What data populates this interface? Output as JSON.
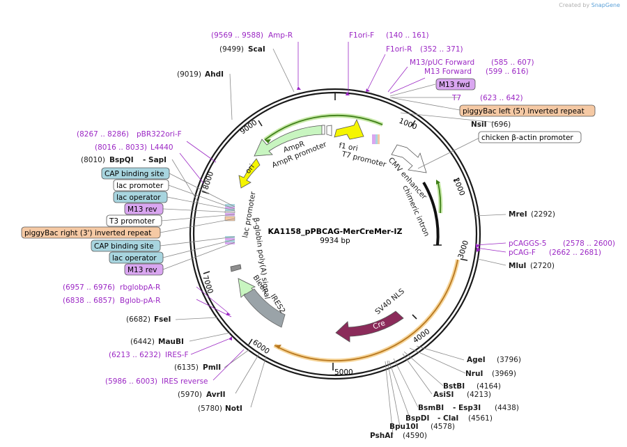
{
  "credit": {
    "prefix": "Created by",
    "brand": "SnapGene"
  },
  "plasmid": {
    "name": "KA1158_pPBCAG-MerCreMer-IZ",
    "size_label": "9934 bp"
  },
  "ticks": [
    {
      "label": "1000"
    },
    {
      "label": "2000"
    },
    {
      "label": "3000"
    },
    {
      "label": "4000"
    },
    {
      "label": "5000"
    },
    {
      "label": "6000"
    },
    {
      "label": "7000"
    },
    {
      "label": "8000"
    },
    {
      "label": "9000"
    }
  ],
  "sites": [
    {
      "name": "NsiI",
      "pos": "(696)"
    },
    {
      "name": "MreI",
      "pos": "(2292)"
    },
    {
      "name": "MluI",
      "pos": "(2720)"
    },
    {
      "name": "AgeI",
      "pos": "(3796)"
    },
    {
      "name": "NruI",
      "pos": "(3969)"
    },
    {
      "name": "BstBI",
      "pos": "(4164)"
    },
    {
      "name": "AsiSI",
      "pos": "(4213)"
    },
    {
      "name": "BsmBI",
      "extra": "- Esp3I",
      "pos": "(4438)"
    },
    {
      "name": "BspDI",
      "extra": "- ClaI",
      "pos": "(4561)"
    },
    {
      "name": "Bpu10I",
      "pos": "(4578)"
    },
    {
      "name": "PshAI",
      "pos": "(4590)"
    },
    {
      "name": "NotI",
      "pos": "(5780)"
    },
    {
      "name": "AvrII",
      "pos": "(5970)"
    },
    {
      "name": "PmlI",
      "pos": "(6135)"
    },
    {
      "name": "MauBI",
      "pos": "(6442)"
    },
    {
      "name": "FseI",
      "pos": "(6682)"
    },
    {
      "name": "BspQI",
      "extra": "- SapI",
      "pos": "(8010)"
    },
    {
      "name": "AhdI",
      "pos": "(9019)"
    },
    {
      "name": "ScaI",
      "pos": "(9499)"
    }
  ],
  "primers": [
    {
      "range": "(9569 .. 9588)",
      "name": "Amp-R"
    },
    {
      "name": "F1ori-F",
      "range": "(140 .. 161)"
    },
    {
      "name": "F1ori-R",
      "range": "(352 .. 371)"
    },
    {
      "name": "M13/pUC Forward",
      "range": "(585 .. 607)"
    },
    {
      "name": "M13 Forward",
      "range": "(599 .. 616)"
    },
    {
      "name": "T7",
      "range": "(623 .. 642)"
    },
    {
      "name": "pCAGGS-5",
      "range": "(2578 .. 2600)"
    },
    {
      "name": "pCAG-F",
      "range": "(2662 .. 2681)"
    },
    {
      "range": "(8267 .. 8286)",
      "name": "pBR322ori-F"
    },
    {
      "range": "(8016 .. 8033)",
      "name": "L4440"
    },
    {
      "range": "(6957 .. 6976)",
      "name": "rbglobpA-R"
    },
    {
      "range": "(6838 .. 6857)",
      "name": "Bglob-pA-R"
    },
    {
      "range": "(6213 .. 6232)",
      "name": "IRES-F"
    },
    {
      "range": "(5986 .. 6003)",
      "name": "IRES reverse"
    }
  ],
  "feature_boxes": {
    "m13_fwd": "M13 fwd",
    "piggybac_left": "piggyBac left (5') inverted repeat",
    "chicken_actin": "chicken β-actin promoter",
    "cap_binding_1": "CAP binding site",
    "lac_promoter": "lac promoter",
    "lac_operator_1": "lac operator",
    "m13_rev_1": "M13 rev",
    "t3_promoter": "T3 promoter",
    "piggybac_right": "piggyBac right (3') inverted repeat",
    "cap_binding_2": "CAP binding site",
    "lac_operator_2": "lac operator",
    "m13_rev_2": "M13 rev"
  },
  "inner_labels": {
    "f1_ori": "f1 ori",
    "t7_promoter": "T7 promoter",
    "ampr": "AmpR",
    "ampr_promoter": "AmpR promoter",
    "ori": "ori",
    "cmv_enhancer": "CMV enhancer",
    "chimeric_intron": "chimeric intron",
    "lac_promoter_inner": "lac promoter",
    "bglobin_polya": "β-globin poly(A) signal",
    "bleor": "BleoR",
    "ires2": "IRES2",
    "sv40_nls": "SV40 NLS",
    "cre": "Cre"
  },
  "colors": {
    "primer": "#9b27c4",
    "rep_origin": "#f5f500",
    "promoter": "#ffffff",
    "cds_green": "#c8f5c0",
    "cds_cre": "#8b2b5a",
    "ires": "#9aa3a8",
    "orange_repeat": "#f5c9a4",
    "blue_box": "#a8d5df",
    "violet_box": "#d9a6f0",
    "orange_arc": "#f0b25a",
    "green_arc": "#5a9e2a"
  }
}
